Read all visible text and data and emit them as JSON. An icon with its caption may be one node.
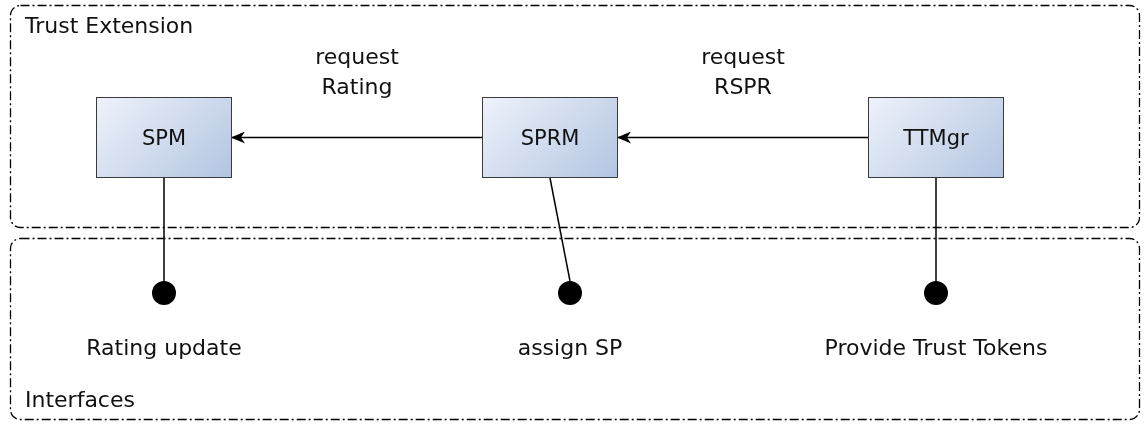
{
  "diagram": {
    "nodes": [
      {
        "text": [
          "Trust Extension"
        ]
      },
      {
        "text": [
          "Interfaces"
        ]
      },
      {
        "text": [
          "SPM"
        ],
        "in": 0
      },
      {
        "text": [
          "SPRM"
        ],
        "in": 0
      },
      {
        "text": [
          "TTMgr"
        ],
        "in": 0
      },
      {
        "text": [],
        "shape": "circle",
        "in": 1,
        "beside": [
          "Rating update"
        ]
      },
      {
        "text": [],
        "shape": "circle",
        "in": 1,
        "beside": [
          "assign SP"
        ]
      },
      {
        "text": [],
        "shape": "circle",
        "in": 1,
        "beside": [
          "Provide Trust Tokens"
        ]
      }
    ],
    "edges": [
      {
        "from": 3,
        "to": 2,
        "arrow": "to",
        "label": "request Rating"
      },
      {
        "from": 4,
        "to": 3,
        "arrow": "to",
        "label": "request RSPR"
      },
      {
        "from": 2,
        "to": 5,
        "arrow": "none"
      },
      {
        "from": 3,
        "to": 6,
        "arrow": "none"
      },
      {
        "from": 4,
        "to": 7,
        "arrow": "none"
      }
    ]
  }
}
